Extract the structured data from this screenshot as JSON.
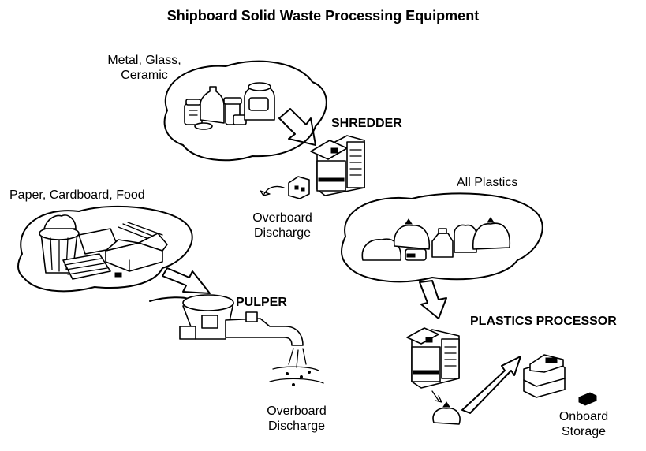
{
  "title": "Shipboard Solid Waste Processing Equipment",
  "waste_streams": {
    "metal_glass_ceramic": {
      "line1": "Metal, Glass,",
      "line2": "Ceramic"
    },
    "paper_cardboard_food": "Paper, Cardboard, Food",
    "all_plastics": "All Plastics"
  },
  "equipment": {
    "shredder": "SHREDDER",
    "pulper": "PULPER",
    "plastics_processor": "PLASTICS PROCESSOR"
  },
  "outputs": {
    "shredder_overboard": {
      "line1": "Overboard",
      "line2": "Discharge"
    },
    "pulper_overboard": {
      "line1": "Overboard",
      "line2": "Discharge"
    },
    "onboard_storage": {
      "line1": "Onboard",
      "line2": "Storage"
    }
  }
}
